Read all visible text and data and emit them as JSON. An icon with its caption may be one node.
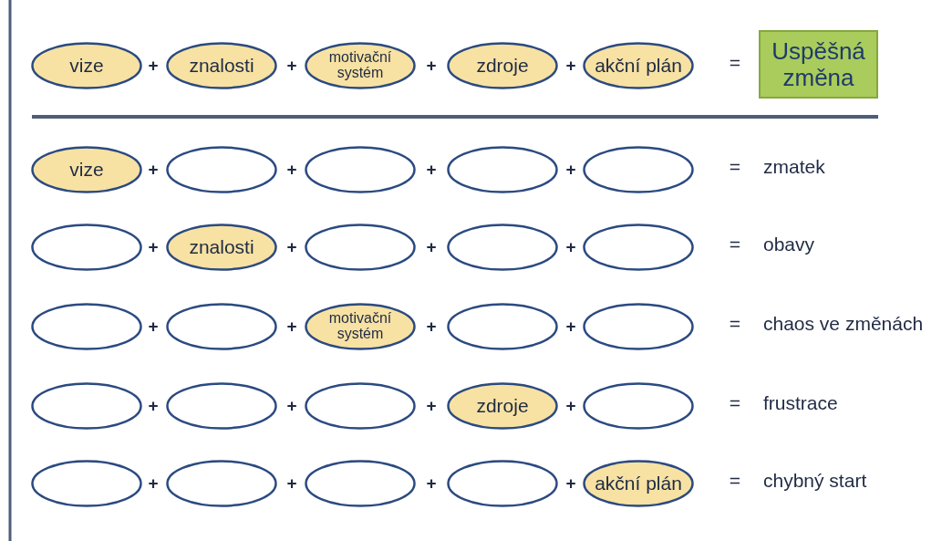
{
  "diagram": {
    "nodes": [
      {
        "text": [
          "vize"
        ]
      },
      {
        "text": [
          "znalosti"
        ]
      },
      {
        "text": [
          "motivační systém"
        ]
      },
      {
        "text": [
          "zdroje"
        ]
      },
      {
        "text": [
          "akční plán"
        ]
      },
      {
        "text": [
          "Uspěšná změna"
        ]
      },
      {
        "text": [
          "vize"
        ]
      },
      {
        "text": [],
        "shape": "ellipse"
      },
      {
        "text": [],
        "shape": "ellipse"
      },
      {
        "text": [],
        "shape": "ellipse"
      },
      {
        "text": [],
        "shape": "ellipse"
      },
      {
        "text": [],
        "shape": "ellipse"
      },
      {
        "text": [
          "znalosti"
        ]
      },
      {
        "text": [],
        "shape": "ellipse"
      },
      {
        "text": [],
        "shape": "ellipse"
      },
      {
        "text": [],
        "shape": "ellipse"
      },
      {
        "text": [],
        "shape": "ellipse"
      },
      {
        "text": [],
        "shape": "ellipse"
      },
      {
        "text": [
          "motivační systém"
        ]
      },
      {
        "text": [],
        "shape": "ellipse"
      },
      {
        "text": [],
        "shape": "ellipse"
      },
      {
        "text": [],
        "shape": "ellipse"
      },
      {
        "text": [],
        "shape": "ellipse"
      },
      {
        "text": [],
        "shape": "ellipse"
      },
      {
        "text": [
          "zdroje"
        ]
      },
      {
        "text": [],
        "shape": "ellipse"
      },
      {
        "text": [],
        "shape": "ellipse"
      },
      {
        "text": [],
        "shape": "ellipse"
      },
      {
        "text": [],
        "shape": "ellipse"
      },
      {
        "text": [],
        "shape": "ellipse"
      },
      {
        "text": [
          "akční plán"
        ]
      }
    ],
    "edges": [],
    "labels": [
      "+",
      "+",
      "+",
      "+",
      "=",
      "+",
      "+",
      "+",
      "+",
      "=",
      "zmatek",
      "+",
      "+",
      "+",
      "+",
      "=",
      "obavy",
      "+",
      "+",
      "+",
      "+",
      "=",
      "chaos ve změnách",
      "+",
      "+",
      "+",
      "+",
      "=",
      "frustrace",
      "+",
      "+",
      "+",
      "+",
      "=",
      "chybný start"
    ]
  }
}
